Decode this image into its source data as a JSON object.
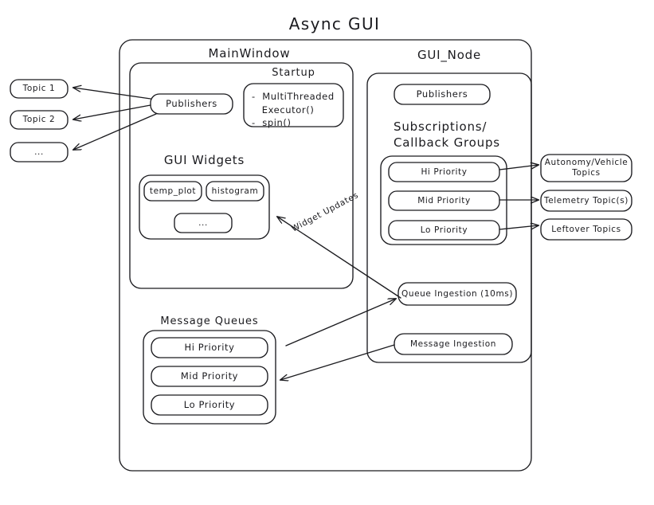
{
  "diagram": {
    "title": "Async GUI",
    "type": "architecture-block-diagram",
    "external_topics": [
      {
        "label": "Topic 1"
      },
      {
        "label": "Topic 2"
      },
      {
        "label": "..."
      }
    ],
    "right_topics": [
      {
        "label": "Autonomy/Vehicle Topics"
      },
      {
        "label": "Telemetry Topic(s)"
      },
      {
        "label": "Leftover Topics"
      }
    ],
    "main_window": {
      "title": "MainWindow",
      "publishers": "Publishers",
      "startup": {
        "title": "Startup",
        "items": "-  MultiThreaded\n   Executor()\n-  spin()"
      },
      "gui_widgets": {
        "title": "GUI Widgets",
        "widgets": [
          {
            "label": "temp_plot"
          },
          {
            "label": "histogram"
          },
          {
            "label": "..."
          }
        ]
      },
      "message_queues": {
        "title": "Message Queues",
        "queues": [
          {
            "label": "Hi Priority"
          },
          {
            "label": "Mid Priority"
          },
          {
            "label": "Lo Priority"
          }
        ]
      }
    },
    "gui_node": {
      "title": "GUI_Node",
      "publishers": "Publishers",
      "subscriptions": {
        "title": "Subscriptions/\nCallback Groups",
        "title_line1": "Subscriptions/",
        "title_line2": "Callback Groups",
        "groups": [
          {
            "label": "Hi Priority"
          },
          {
            "label": "Mid Priority"
          },
          {
            "label": "Lo Priority"
          }
        ]
      },
      "queue_ingestion": "Queue Ingestion (10ms)",
      "message_ingestion": "Message Ingestion"
    },
    "edge_labels": {
      "widget_updates": "Widget Updates"
    },
    "colors": {
      "stroke": "#1b1b1f",
      "background": "#ffffff",
      "text": "#1b1b1f"
    }
  }
}
